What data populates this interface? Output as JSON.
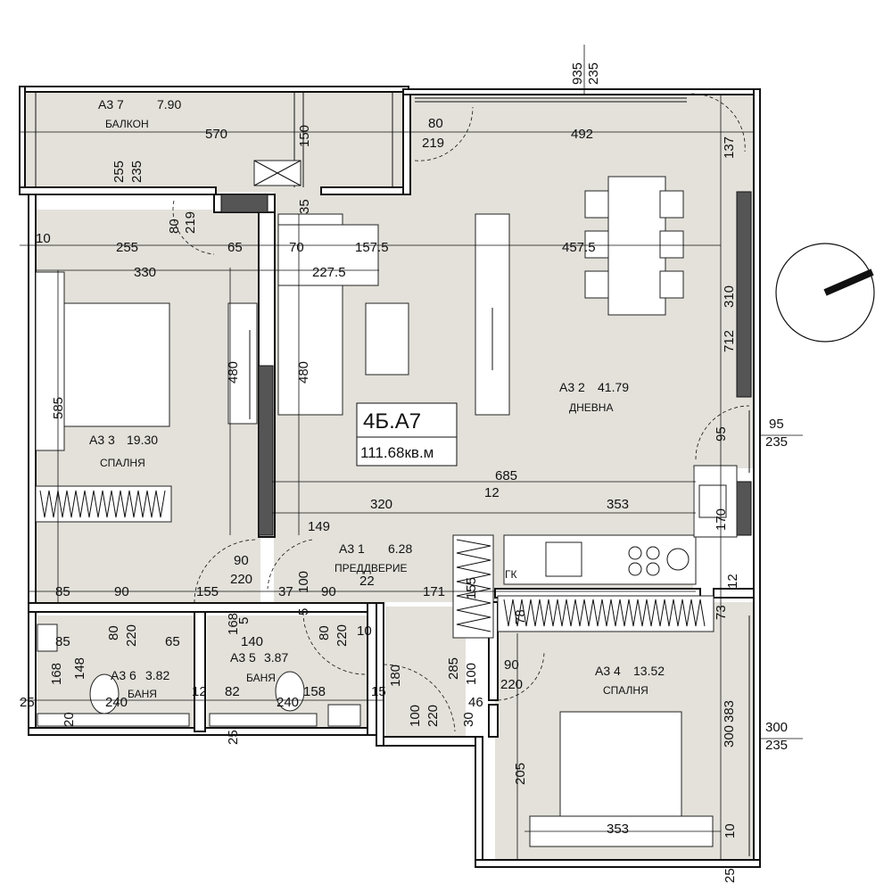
{
  "apartment": {
    "code": "4Б.А7",
    "area": "111.68кв.м"
  },
  "rooms": [
    {
      "code": "А3 7",
      "area": "7.90",
      "name": "БАЛКОН"
    },
    {
      "code": "А3 2",
      "area": "41.79",
      "name": "ДНЕВНА"
    },
    {
      "code": "А3 3",
      "area": "19.30",
      "name": "СПАЛНЯ"
    },
    {
      "code": "А3 1",
      "area": "6.28",
      "name": "ПРЕДДВЕРИЕ"
    },
    {
      "code": "А3 4",
      "area": "13.52",
      "name": "СПАЛНЯ"
    },
    {
      "code": "А3 6",
      "area": "3.82",
      "name": "БАНЯ"
    },
    {
      "code": "А3 5",
      "area": "3.87",
      "name": "БАНЯ"
    }
  ],
  "dimensions": {
    "top_a": "935",
    "top_b": "235",
    "balcony_w": "570",
    "balcony_h": "150",
    "bal_255": "255",
    "bal_235": "235",
    "door_80": "80",
    "door_219": "219",
    "living_492": "492",
    "right_137": "137",
    "bd_80": "80",
    "bd_219": "219",
    "d10": "10",
    "d255": "255",
    "d65": "65",
    "d70": "70",
    "d157_5": "157.5",
    "d457_5": "457.5",
    "d330": "330",
    "d227_5": "227.5",
    "d35": "35",
    "d310": "310",
    "d712": "712",
    "d585": "585",
    "d480a": "480",
    "d480b": "480",
    "d95": "95",
    "d95r": "95",
    "d235r1": "235",
    "d685": "685",
    "d12": "12",
    "d320": "320",
    "d353": "353",
    "d170": "170",
    "d149": "149",
    "d90a": "90",
    "d220a": "220",
    "d100": "100",
    "d22": "22",
    "d155": "155",
    "d85": "85",
    "d90": "90",
    "d155b": "155",
    "d37": "37",
    "d5": "5",
    "d90b": "90",
    "d171": "171",
    "d73": "73",
    "d12b": "12",
    "d78": "78",
    "d85b": "85",
    "d80b": "80",
    "d220b": "220",
    "d65b": "65",
    "d168": "168",
    "d140": "140",
    "d80c": "80",
    "d220c": "220",
    "d10b": "10",
    "d148": "148",
    "d168b": "168",
    "d285": "285",
    "d100b": "100",
    "d180": "180",
    "d90c": "90",
    "d220d": "220",
    "d25": "25",
    "d240a": "240",
    "d12c": "12",
    "d82": "82",
    "d158": "158",
    "d15": "15",
    "d240b": "240",
    "d100c": "100",
    "d220e": "220",
    "d30": "30",
    "d46": "46",
    "d20": "20",
    "d25b": "25",
    "d383": "383",
    "d300": "300",
    "d300r": "300",
    "d235r2": "235",
    "d205": "205",
    "d353b": "353",
    "d25c": "25",
    "d10c": "10",
    "d5b": "5"
  },
  "labels": {
    "kitchen_gk": "ГК"
  }
}
